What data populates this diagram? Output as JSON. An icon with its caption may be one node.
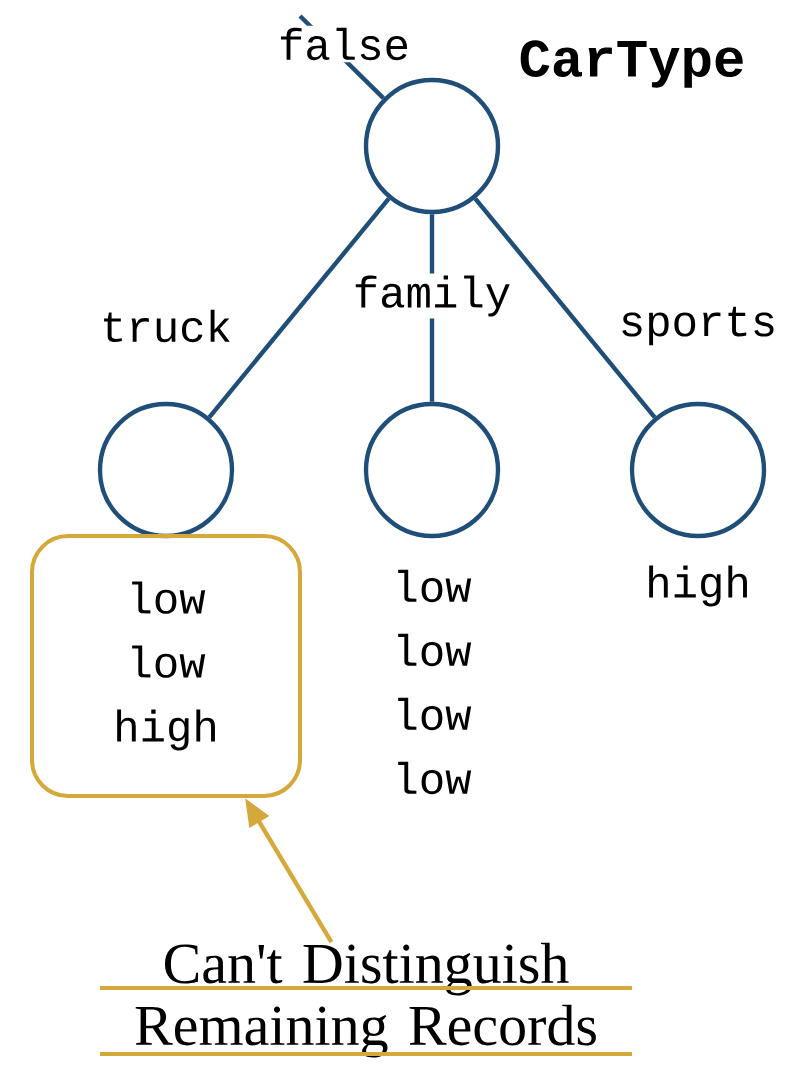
{
  "diagram": {
    "nodes": [
      {
        "text": [],
        "shape": "circle",
        "beside": [
          "CarType"
        ]
      },
      {
        "text": [],
        "shape": "circle"
      },
      {
        "text": [],
        "shape": "circle",
        "beside": [
          "low",
          "low",
          "low",
          "low"
        ]
      },
      {
        "text": [],
        "shape": "circle",
        "beside": [
          "high"
        ]
      },
      {
        "text": [
          "low",
          "low",
          "high"
        ]
      },
      {
        "text": [
          "Can't Distinguish Remaining Records"
        ]
      }
    ],
    "edges": [
      {
        "from": null,
        "to": 0,
        "arrow": "none",
        "label": "false"
      },
      {
        "from": 0,
        "to": 1,
        "arrow": "none",
        "label": "truck"
      },
      {
        "from": 0,
        "to": 2,
        "arrow": "none",
        "label": "family"
      },
      {
        "from": 0,
        "to": 3,
        "arrow": "none",
        "label": "sports"
      },
      {
        "from": 5,
        "to": 4,
        "arrow": "to",
        "color": "#d4a83a"
      }
    ]
  }
}
